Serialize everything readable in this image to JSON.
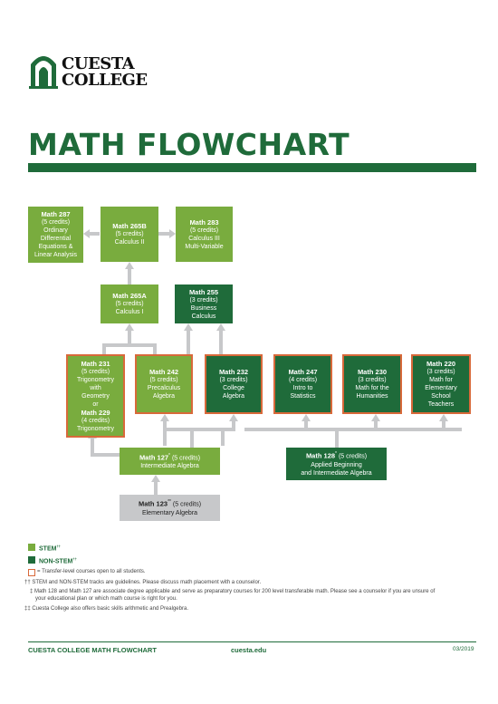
{
  "logo": {
    "line1": "CUESTA",
    "line2": "COLLEGE"
  },
  "title": "MATH FLOWCHART",
  "courses": {
    "m287": {
      "name": "Math 287",
      "lines": [
        "(5 credits)",
        "Ordinary",
        "Differential",
        "Equations &",
        "Linear Analysis"
      ]
    },
    "m265b": {
      "name": "Math 265B",
      "lines": [
        "(5 credits)",
        "Calculus II"
      ]
    },
    "m283": {
      "name": "Math 283",
      "lines": [
        "(5 credits)",
        "Calculus III",
        "Multi-Variable"
      ]
    },
    "m265a": {
      "name": "Math 265A",
      "lines": [
        "(5 credits)",
        "Calculus I"
      ]
    },
    "m255": {
      "name": "Math 255",
      "lines": [
        "(3 credits)",
        "Business",
        "Calculus"
      ]
    },
    "m231": {
      "name": "Math 231",
      "lines": [
        "(5 credits)",
        "Trigonometry",
        "with",
        "Geometry",
        "or"
      ]
    },
    "m229": {
      "name": "Math 229",
      "lines": [
        "(4 credits)",
        "Trigonometry"
      ]
    },
    "m242": {
      "name": "Math 242",
      "lines": [
        "(5 credits)",
        "Precalculus",
        "Algebra"
      ]
    },
    "m232": {
      "name": "Math 232",
      "lines": [
        "(3 credits)",
        "College",
        "Algebra"
      ]
    },
    "m247": {
      "name": "Math 247",
      "lines": [
        "(4 credits)",
        "Intro to",
        "Statistics"
      ]
    },
    "m230": {
      "name": "Math 230",
      "lines": [
        "(3 credits)",
        "Math for the",
        "Humanities"
      ]
    },
    "m220": {
      "name": "Math 220",
      "lines": [
        "(3 credits)",
        "Math for",
        "Elementary",
        "School",
        "Teachers"
      ]
    },
    "m127": {
      "name": "Math 127",
      "sup": "*",
      "rest": " (5 credits)",
      "line2": "Intermediate Algebra"
    },
    "m128": {
      "name": "Math 128",
      "sup": "*",
      "rest": " (5 credits)",
      "line2": "Applied Beginning",
      "line3": "and Intermediate Algebra"
    },
    "m123": {
      "name": "Math 123",
      "sup": "**",
      "rest": " (5 credits)",
      "line2": "Elementary Algebra"
    }
  },
  "legend": {
    "stem": "STEM",
    "stem_sup": "††",
    "nonstem": "NON-STEM",
    "nonstem_sup": "††",
    "transfer": "= Transfer-level courses open to all students."
  },
  "footnotes": [
    "†† STEM and NON-STEM tracks are guidelines. Please discuss math placement with a counselor.",
    "‡ Math 128 and Math 127 are associate degree applicable and serve as preparatory courses for 200 level transferable math. Please see a counselor if you are unsure of",
    "your educational plan or which math course is right for you.",
    "‡‡ Cuesta College also offers basic skills arithmetic and Prealgebra."
  ],
  "footer": {
    "left": "CUESTA COLLEGE MATH FLOWCHART",
    "center": "cuesta.edu",
    "right": "03/2019"
  },
  "colors": {
    "stem": "#79ac3e",
    "nonstem": "#1f6b3a",
    "transfer": "#d8693a",
    "grey": "#c7c8ca"
  }
}
